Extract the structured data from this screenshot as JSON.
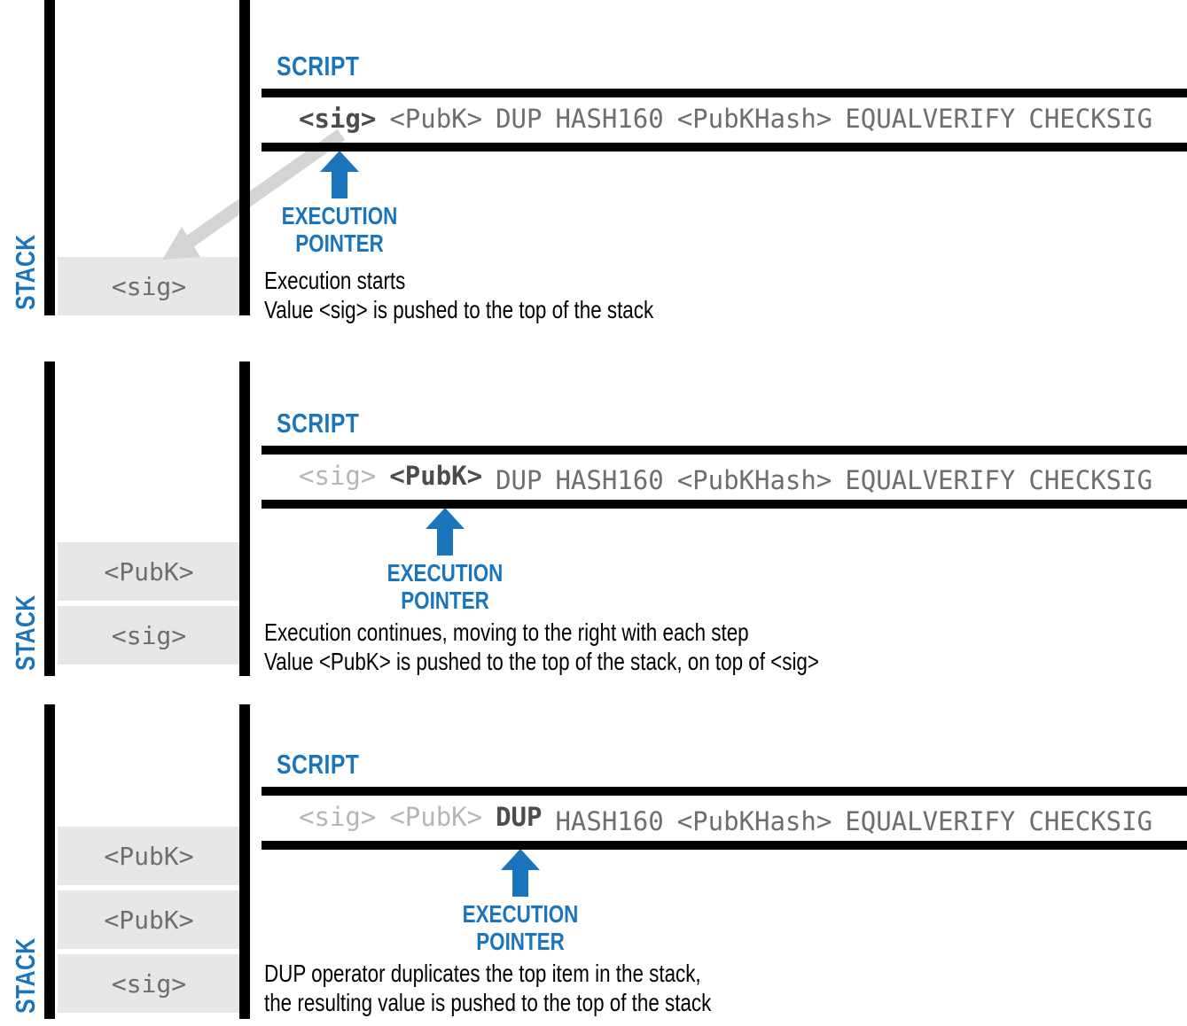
{
  "colors": {
    "blue": "#1b75bc",
    "black": "#000000",
    "stack_box": "#e7e7e7",
    "pending_text": "#6d6e71",
    "current_text": "#4b4c4e",
    "executed_text": "#b4b6b8",
    "arrow_gray": "#d4d4d4"
  },
  "labels": {
    "stack": "STACK",
    "script": "SCRIPT",
    "execution_pointer_line1": "EXECUTION",
    "execution_pointer_line2": "POINTER"
  },
  "panels": [
    {
      "name": "step-1-push-sig",
      "stack_items": [
        "<sig>"
      ],
      "script_tokens": [
        {
          "text": "<sig>",
          "state": "current"
        },
        {
          "text": "<PubK>",
          "state": "pending"
        },
        {
          "text": "DUP",
          "state": "pending"
        },
        {
          "text": "HASH160",
          "state": "pending"
        },
        {
          "text": "<PubKHash>",
          "state": "pending"
        },
        {
          "text": "EQUALVERIFY",
          "state": "pending"
        },
        {
          "text": "CHECKSIG",
          "state": "pending"
        }
      ],
      "caption_lines": [
        "Execution starts",
        "Value <sig> is pushed to the top of the stack"
      ]
    },
    {
      "name": "step-2-push-pubk",
      "stack_items": [
        "<PubK>",
        "<sig>"
      ],
      "script_tokens": [
        {
          "text": "<sig>",
          "state": "executed"
        },
        {
          "text": "<PubK>",
          "state": "current"
        },
        {
          "text": "DUP",
          "state": "pending",
          "shifted": true
        },
        {
          "text": "HASH160",
          "state": "pending",
          "shifted": true
        },
        {
          "text": "<PubKHash>",
          "state": "pending",
          "shifted": true
        },
        {
          "text": "EQUALVERIFY",
          "state": "pending",
          "shifted": true
        },
        {
          "text": "CHECKSIG",
          "state": "pending",
          "shifted": true
        }
      ],
      "caption_lines": [
        "Execution continues, moving to the right with each step",
        "Value <PubK> is pushed to the top of the stack, on top of <sig>"
      ]
    },
    {
      "name": "step-3-dup",
      "stack_items": [
        "<PubK>",
        "<PubK>",
        "<sig>"
      ],
      "script_tokens": [
        {
          "text": "<sig>",
          "state": "executed"
        },
        {
          "text": "<PubK>",
          "state": "executed"
        },
        {
          "text": "DUP",
          "state": "current"
        },
        {
          "text": "HASH160",
          "state": "pending",
          "shifted": true
        },
        {
          "text": "<PubKHash>",
          "state": "pending",
          "shifted": true
        },
        {
          "text": "EQUALVERIFY",
          "state": "pending",
          "shifted": true
        },
        {
          "text": "CHECKSIG",
          "state": "pending",
          "shifted": true
        }
      ],
      "caption_lines": [
        "DUP operator duplicates the top item in the stack,",
        "the resulting value is pushed to the top of the stack"
      ]
    }
  ]
}
